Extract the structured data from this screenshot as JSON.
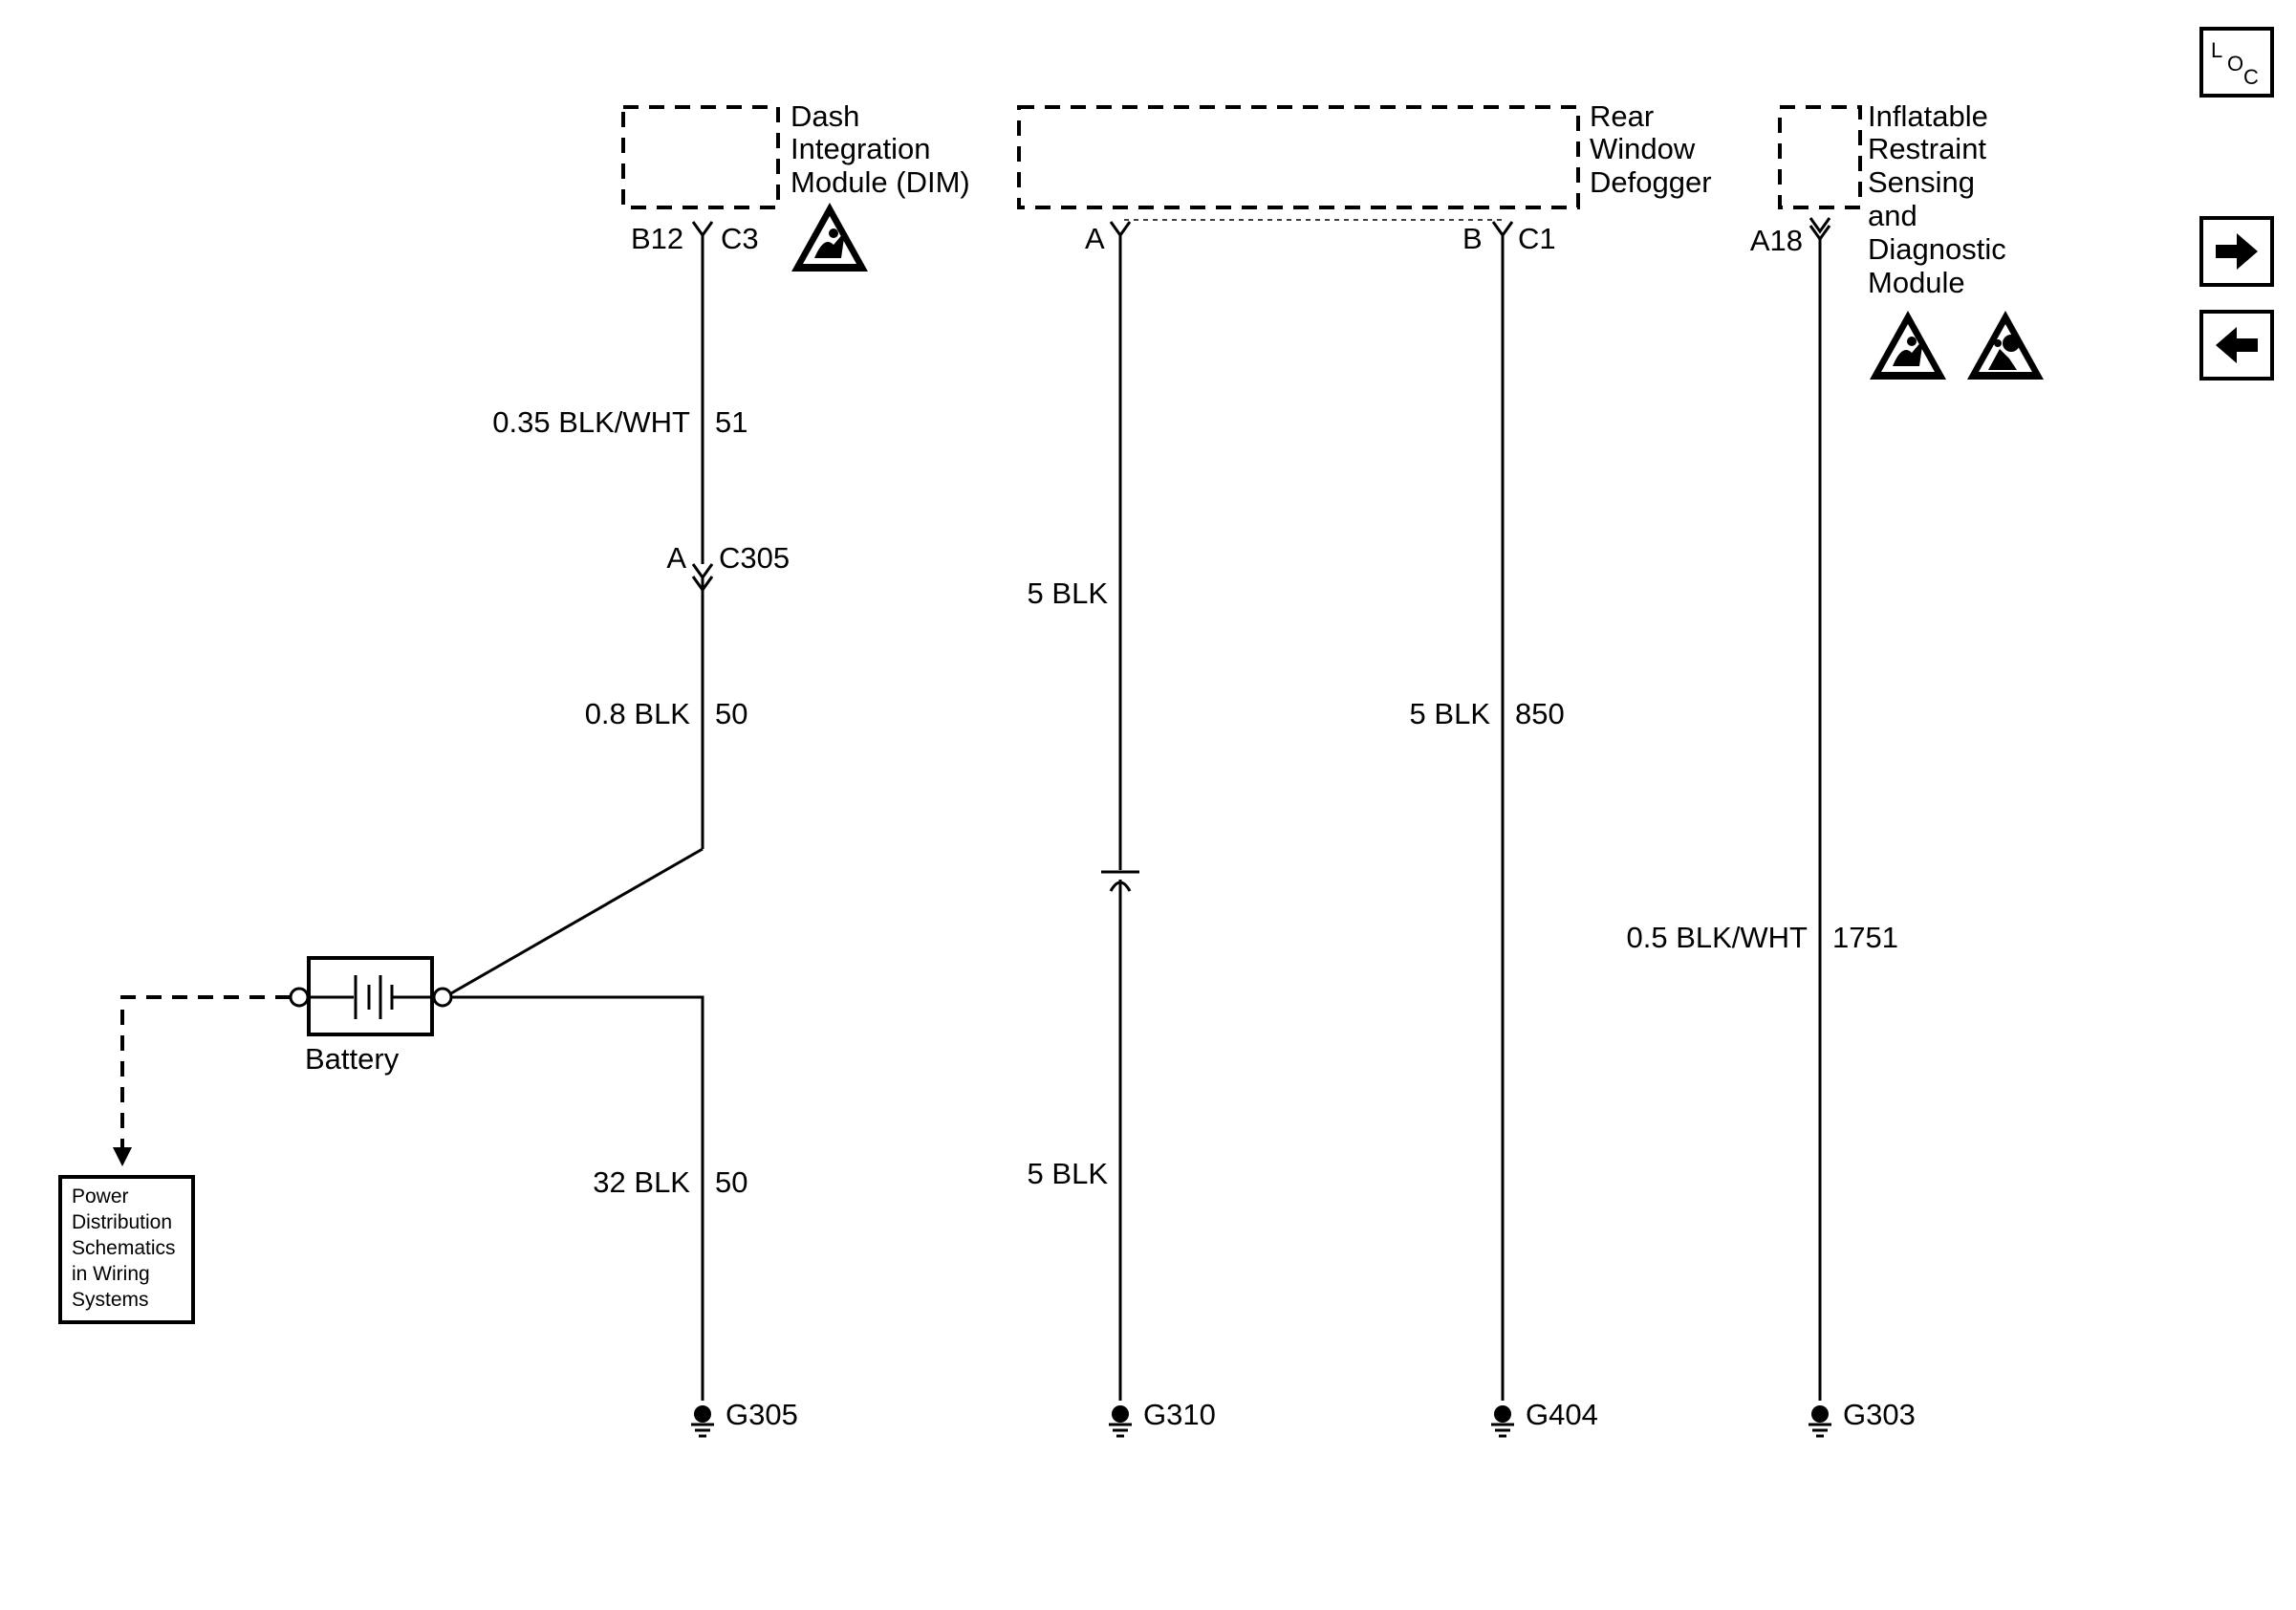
{
  "modules": {
    "dim": {
      "name_lines": [
        "Dash",
        "Integration",
        "Module (DIM)"
      ],
      "pin": "B12",
      "connector": "C3"
    },
    "defogger": {
      "name_lines": [
        "Rear",
        "Window",
        "Defogger"
      ],
      "pin_a": "A",
      "pin_b": "B",
      "connector": "C1"
    },
    "sdm": {
      "name_lines": [
        "Inflatable",
        "Restraint",
        "Sensing",
        "and",
        "Diagnostic",
        "Module"
      ],
      "pin": "A18"
    }
  },
  "wires": {
    "dim_upper": {
      "gauge_color": "0.35 BLK/WHT",
      "circuit": "51"
    },
    "inline_connector": {
      "pin": "A",
      "name": "C305"
    },
    "dim_lower": {
      "gauge_color": "0.8 BLK",
      "circuit": "50"
    },
    "battery_ground": {
      "gauge_color": "32 BLK",
      "circuit": "50"
    },
    "defogger_a_upper": {
      "gauge_color": "5 BLK"
    },
    "defogger_a_lower": {
      "gauge_color": "5 BLK"
    },
    "defogger_b": {
      "gauge_color": "5 BLK",
      "circuit": "850"
    },
    "sdm": {
      "gauge_color": "0.5 BLK/WHT",
      "circuit": "1751"
    }
  },
  "grounds": [
    "G305",
    "G310",
    "G404",
    "G303"
  ],
  "battery": {
    "label": "Battery"
  },
  "reference_box": {
    "lines": [
      "Power",
      "Distribution",
      "Schematics",
      "in Wiring",
      "Systems"
    ]
  },
  "nav": {
    "loc_l": "L",
    "loc_o": "O",
    "loc_c": "C"
  },
  "icons": {
    "esd": "esd-warning-icon",
    "airbag": "airbag-warning-icon",
    "next": "right-arrow-icon",
    "prev": "left-arrow-icon"
  }
}
